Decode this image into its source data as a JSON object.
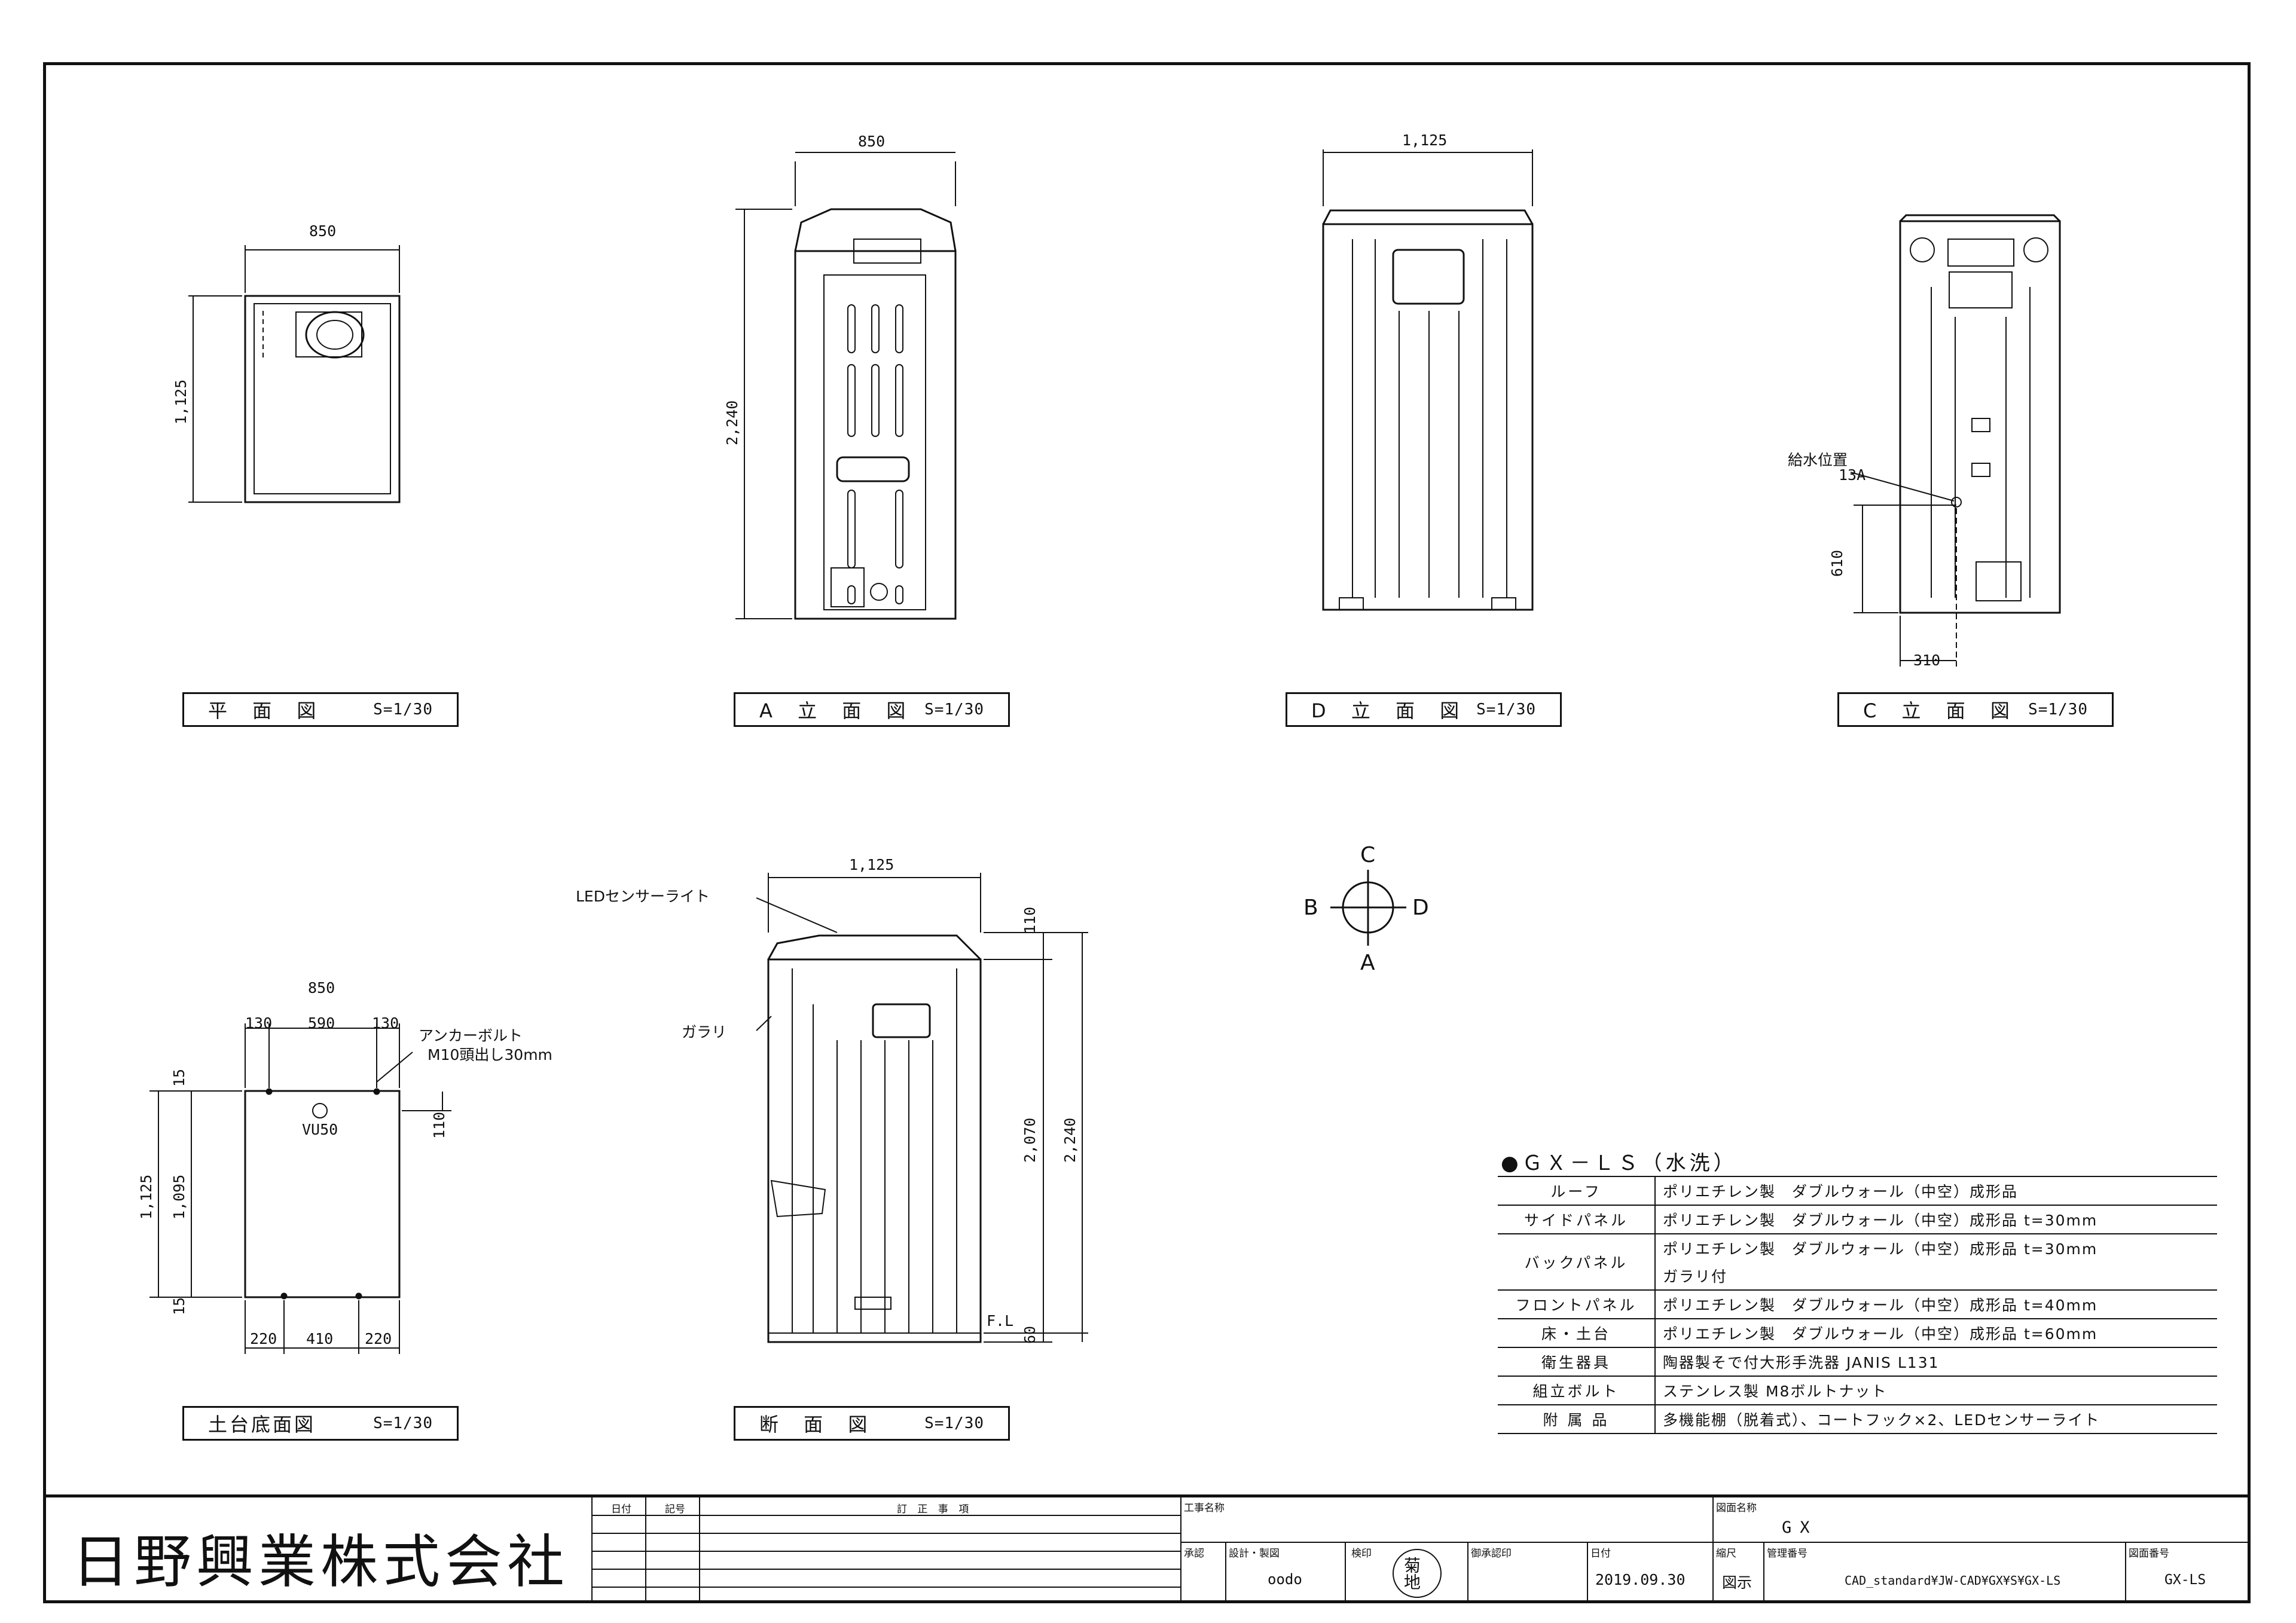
{
  "views": {
    "plan": {
      "label": "平 面 図",
      "scale": "S=1/30",
      "dim_w": "850",
      "dim_h": "1,125"
    },
    "elev_a": {
      "label": "A 立 面 図",
      "scale": "S=1/30",
      "dim_w": "850",
      "dim_h": "2,240"
    },
    "elev_d": {
      "label": "D 立 面 図",
      "scale": "S=1/30",
      "dim_w": "1,125"
    },
    "elev_c": {
      "label": "C 立 面 図",
      "scale": "S=1/30",
      "water_pos": "給水位置",
      "water_size": "13A",
      "dim_h": "610",
      "dim_w": "310"
    },
    "base": {
      "label": "土台底面図",
      "scale": "S=1/30",
      "dim_w": "850",
      "d130a": "130",
      "d590": "590",
      "d130b": "130",
      "anchor": "アンカーボルト",
      "anchor_spec": "M10頭出し30mm",
      "vu": "VU50",
      "d110": "110",
      "d15a": "15",
      "d1125": "1,125",
      "d1095": "1,095",
      "d15b": "15",
      "d220a": "220",
      "d410": "410",
      "d220b": "220"
    },
    "section": {
      "label": "断 面 図",
      "scale": "S=1/30",
      "dim_w": "1,125",
      "led": "LEDセンサーライト",
      "garari": "ガラリ",
      "d110": "110",
      "d2070": "2,070",
      "d2240": "2,240",
      "fl": "F.L",
      "d60": "60"
    }
  },
  "compass": {
    "c": "C",
    "b": "B",
    "d": "D",
    "a": "A"
  },
  "spec": {
    "title": "●ＧＸ－ＬＳ（水洗）",
    "rows": [
      {
        "k": "ルーフ",
        "v": "ポリエチレン製　ダブルウォール（中空）成形品"
      },
      {
        "k": "サイドパネル",
        "v": "ポリエチレン製　ダブルウォール（中空）成形品 t=30mm"
      },
      {
        "k": "バックパネル",
        "v": "ポリエチレン製　ダブルウォール（中空）成形品 t=30mm",
        "v2": "ガラリ付"
      },
      {
        "k": "フロントパネル",
        "v": "ポリエチレン製　ダブルウォール（中空）成形品 t=40mm"
      },
      {
        "k": "床・土台",
        "v": "ポリエチレン製　ダブルウォール（中空）成形品 t=60mm"
      },
      {
        "k": "衛生器具",
        "v": "陶器製そで付大形手洗器 JANIS L131"
      },
      {
        "k": "組立ボルト",
        "v": "ステンレス製 M8ボルトナット"
      },
      {
        "k": "附 属 品",
        "v": "多機能棚（脱着式）、コートフック×2、LEDセンサーライト"
      }
    ]
  },
  "title_block": {
    "company": "日野興業株式会社",
    "h_date": "日付",
    "h_sign": "記号",
    "h_rev": "訂 正 事 項",
    "h_project": "工事名称",
    "h_drawing_name": "図面名称",
    "drawing_name": "GX",
    "h_approve": "承認",
    "h_design": "設計・製図",
    "h_check": "検印",
    "seal": "菊地",
    "h_owner": "御承認印",
    "h_date2": "日付",
    "date": "2019.09.30",
    "h_scale": "縮尺",
    "scale": "図示",
    "h_manage": "管理番号",
    "manage": "CAD_standard¥JW-CAD¥GX¥S¥GX-LS",
    "h_number": "図面番号",
    "number": "GX-LS",
    "designer": "oodo"
  }
}
